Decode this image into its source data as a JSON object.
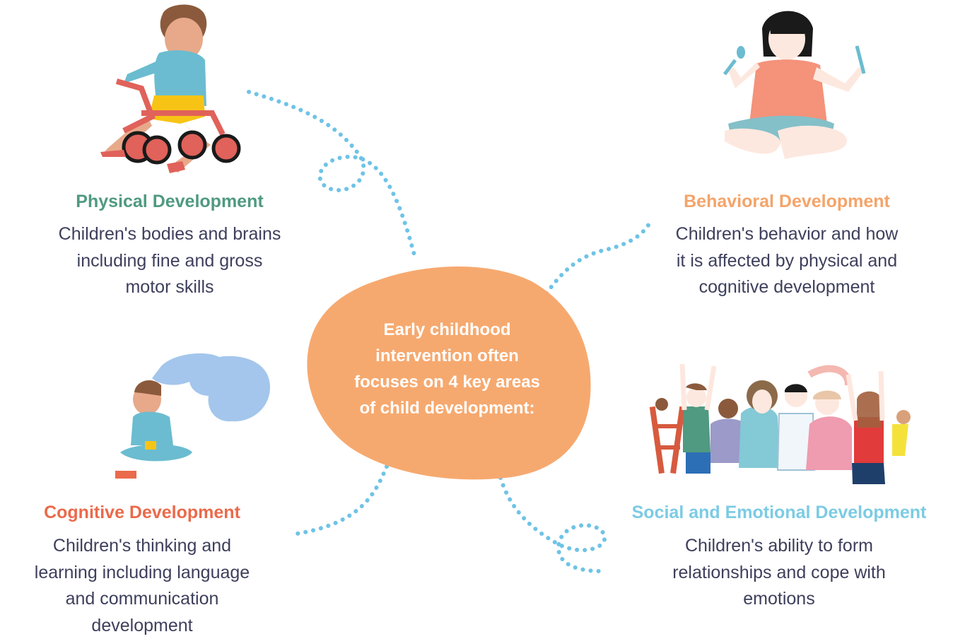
{
  "center": {
    "lines": [
      "Early childhood",
      "intervention often",
      "focuses on 4 key areas",
      "of child development:"
    ]
  },
  "areas": {
    "physical": {
      "title": "Physical Development",
      "lines": [
        "Children's bodies and brains",
        "including fine and gross",
        "motor skills"
      ]
    },
    "behavioral": {
      "title": "Behavioral Development",
      "lines": [
        "Children's behavior and how",
        "it is affected by physical and",
        "cognitive development"
      ]
    },
    "cognitive": {
      "title": "Cognitive Development",
      "lines": [
        "Children's thinking and",
        "learning including language",
        "and communication",
        "development"
      ]
    },
    "social": {
      "title": "Social and Emotional Development",
      "lines": [
        "Children's ability to form",
        "relationships and cope with",
        "emotions"
      ]
    }
  },
  "colors": {
    "center_blob": "#f6a96f",
    "physical_title": "#4f9a80",
    "behavioral_title": "#f4a46a",
    "cognitive_title": "#ea6a4b",
    "social_title": "#7ccbe4",
    "body_text": "#3d3f5c",
    "connector_dots": "#6fc3e6"
  },
  "icons": [
    "child-on-tricycle-illustration",
    "girl-eating-cross-legged-illustration",
    "child-thinking-cloud-illustration",
    "group-of-children-illustration"
  ]
}
